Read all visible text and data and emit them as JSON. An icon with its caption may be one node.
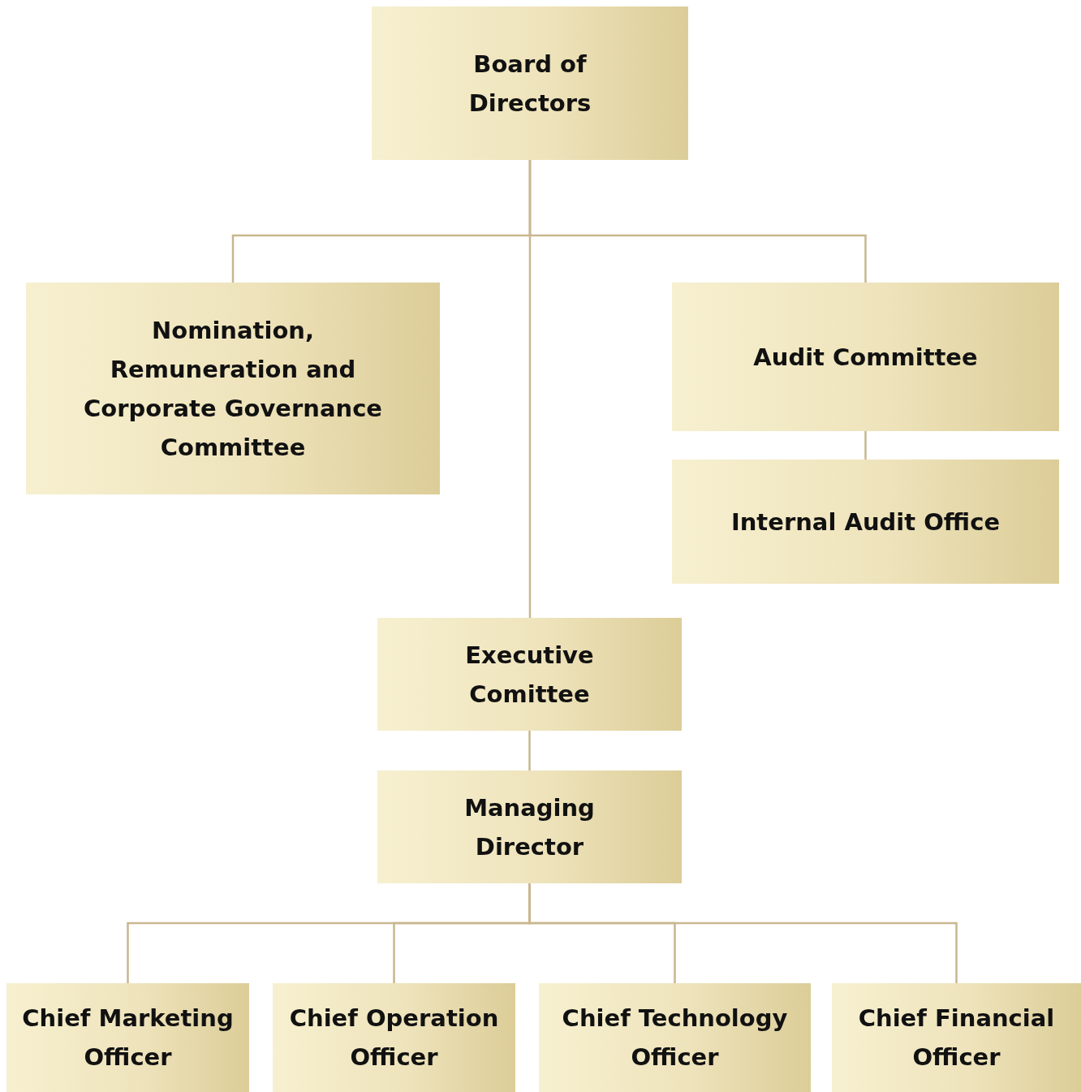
{
  "diagram": {
    "nodes": [
      {
        "text": [
          "Board of Directors"
        ]
      },
      {
        "text": [
          "Nomination, Remuneration and Corporate Governance Committee"
        ]
      },
      {
        "text": [
          "Audit Committee"
        ]
      },
      {
        "text": [
          "Internal Audit Office"
        ]
      },
      {
        "text": [
          "Executive Comittee"
        ]
      },
      {
        "text": [
          "Managing Director"
        ]
      },
      {
        "text": [
          "Chief Marketing Officer"
        ]
      },
      {
        "text": [
          "Chief Operation Officer"
        ]
      },
      {
        "text": [
          "Chief Technology Officer"
        ]
      },
      {
        "text": [
          "Chief Financial Officer"
        ]
      }
    ],
    "edges": [
      {
        "from": 0,
        "to": 1,
        "arrow": "none"
      },
      {
        "from": 0,
        "to": 2,
        "arrow": "none"
      },
      {
        "from": 0,
        "to": 4,
        "arrow": "none"
      },
      {
        "from": 2,
        "to": 3,
        "arrow": "none"
      },
      {
        "from": 4,
        "to": 5,
        "arrow": "none"
      },
      {
        "from": 5,
        "to": 6,
        "arrow": "none"
      },
      {
        "from": 5,
        "to": 7,
        "arrow": "none"
      },
      {
        "from": 5,
        "to": 8,
        "arrow": "none"
      },
      {
        "from": 5,
        "to": 9,
        "arrow": "none"
      }
    ]
  }
}
